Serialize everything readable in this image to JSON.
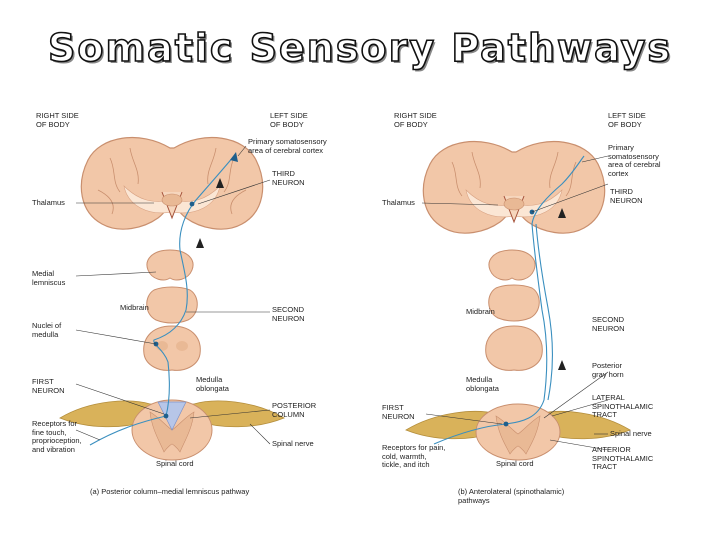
{
  "title": "Somatic Sensory Pathways",
  "colors": {
    "brain_tissue": "#f2c7a8",
    "brain_outline": "#c98f6e",
    "white_matter": "#fbe6d4",
    "pathway": "#3a8fbf",
    "nerve": "#d9b25a",
    "cord_gray": "#e9b995"
  },
  "panel_a": {
    "right_side": "RIGHT SIDE\nOF BODY",
    "left_side": "LEFT SIDE\nOF BODY",
    "primary_cortex": "Primary somatosensory\narea of cerebral cortex",
    "third_neuron": "THIRD\nNEURON",
    "thalamus": "Thalamus",
    "medial_lemniscus": "Medial\nlemniscus",
    "midbrain": "Midbrain",
    "second_neuron": "SECOND\nNEURON",
    "nuclei_medulla": "Nuclei of\nmedulla",
    "medulla_oblongata": "Medulla\noblongata",
    "first_neuron": "FIRST\nNEURON",
    "posterior_column": "POSTERIOR\nCOLUMN",
    "receptors": "Receptors for\nfine touch,\nproprioception,\nand vibration",
    "spinal_nerve": "Spinal nerve",
    "spinal_cord": "Spinal cord",
    "caption": "(a) Posterior column–medial lemniscus pathway"
  },
  "panel_b": {
    "right_side": "RIGHT SIDE\nOF BODY",
    "left_side": "LEFT SIDE\nOF BODY",
    "primary_cortex": "Primary\nsomatosensory\narea of cerebral\ncortex",
    "third_neuron": "THIRD\nNEURON",
    "thalamus": "Thalamus",
    "midbrain": "Midbrain",
    "second_neuron": "SECOND\nNEURON",
    "posterior_gray_horn": "Posterior\ngray horn",
    "medulla_oblongata": "Medulla\noblongata",
    "first_neuron": "FIRST\nNEURON",
    "lateral_tract": "LATERAL\nSPINOTHALAMIC\nTRACT",
    "spinal_nerve": "Spinal nerve",
    "receptors": "Receptors for pain,\ncold, warmth,\ntickle, and itch",
    "spinal_cord": "Spinal cord",
    "anterior_tract": "ANTERIOR\nSPINOTHALAMIC\nTRACT",
    "caption": "(b) Anterolateral (spinothalamic)\npathways"
  }
}
